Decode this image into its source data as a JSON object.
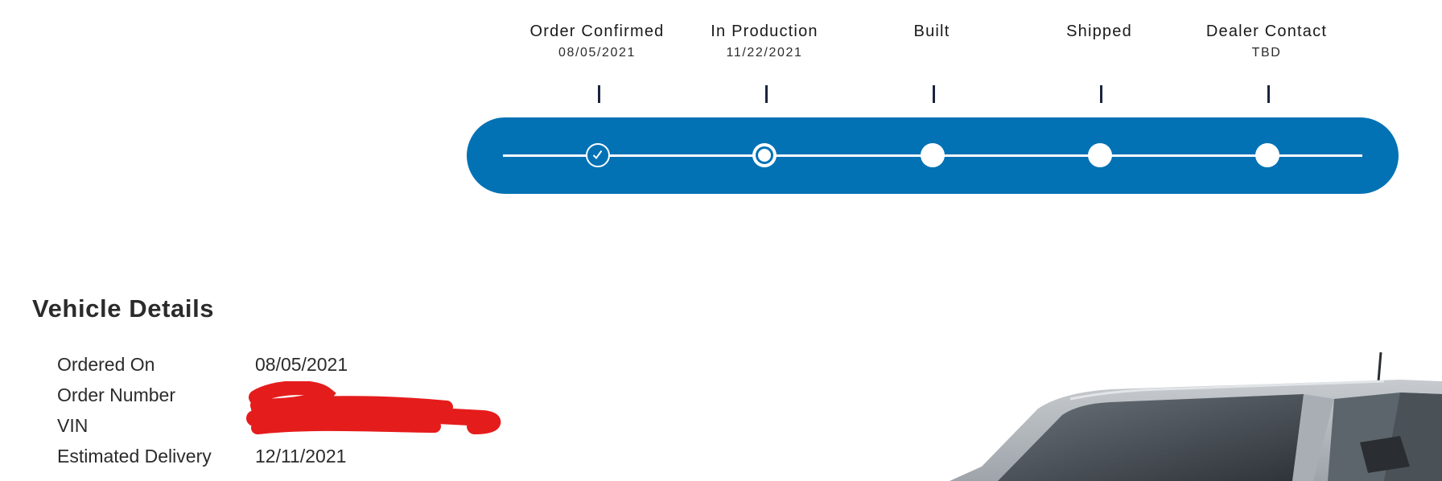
{
  "tracker": {
    "stages": [
      {
        "name": "Order Confirmed",
        "date": "08/05/2021",
        "status": "complete"
      },
      {
        "name": "In Production",
        "date": "11/22/2021",
        "status": "current"
      },
      {
        "name": "Built",
        "date": "",
        "status": "pending"
      },
      {
        "name": "Shipped",
        "date": "",
        "status": "pending"
      },
      {
        "name": "Dealer Contact",
        "date": "TBD",
        "status": "pending"
      }
    ],
    "track_color": "#0272b5",
    "tick_color": "#1b2440"
  },
  "vehicle_details": {
    "title": "Vehicle Details",
    "rows": [
      {
        "label": "Ordered On",
        "value": "08/05/2021"
      },
      {
        "label": "Order Number",
        "value": ""
      },
      {
        "label": "VIN",
        "value": ""
      },
      {
        "label": "Estimated Delivery",
        "value": "12/11/2021"
      }
    ],
    "redaction_color": "#e51c1c"
  },
  "icons": {
    "complete_node": "checkmark-icon",
    "vehicle_image": "pickup-truck-image"
  }
}
